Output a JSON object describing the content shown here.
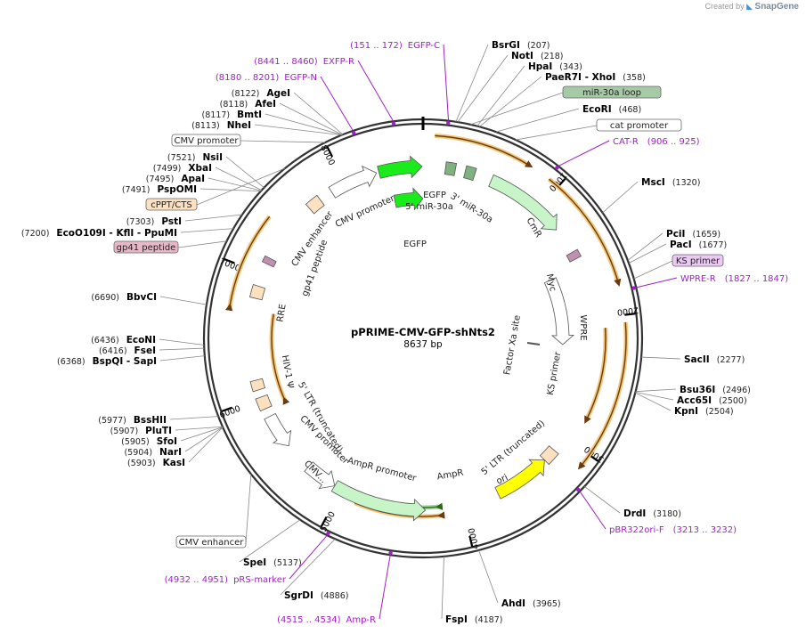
{
  "app": {
    "credit_prefix": "Created by",
    "credit_brand": "SnapGene"
  },
  "plasmid": {
    "name": "pPRIME-CMV-GFP-shNts2",
    "length_text": "8637 bp",
    "length": 8637
  },
  "ticks": [
    "1000",
    "2000",
    "3000",
    "4000",
    "5000",
    "6000",
    "7000",
    "8000"
  ],
  "sites": [
    {
      "name": "BsrGI",
      "pos": "(207)"
    },
    {
      "name": "NotI",
      "pos": "(218)"
    },
    {
      "name": "HpaI",
      "pos": "(343)"
    },
    {
      "name": "PaeR7I",
      "name2": "XhoI",
      "pos": "(358)"
    },
    {
      "name": "EcoRI",
      "pos": "(468)"
    },
    {
      "name": "MscI",
      "pos": "(1320)"
    },
    {
      "name": "PciI",
      "pos": "(1659)"
    },
    {
      "name": "PacI",
      "pos": "(1677)"
    },
    {
      "name": "SacII",
      "pos": "(2277)"
    },
    {
      "name": "Bsu36I",
      "pos": "(2496)"
    },
    {
      "name": "Acc65I",
      "pos": "(2500)"
    },
    {
      "name": "KpnI",
      "pos": "(2504)"
    },
    {
      "name": "DrdI",
      "pos": "(3180)"
    },
    {
      "name": "AhdI",
      "pos": "(3965)"
    },
    {
      "name": "FspI",
      "pos": "(4187)"
    },
    {
      "name": "SgrDI",
      "pos": "(4886)"
    },
    {
      "name": "SpeI",
      "pos": "(5137)"
    },
    {
      "name": "KasI",
      "pos": "(5903)"
    },
    {
      "name": "NarI",
      "pos": "(5904)"
    },
    {
      "name": "SfoI",
      "pos": "(5905)"
    },
    {
      "name": "PluTI",
      "pos": "(5907)"
    },
    {
      "name": "BssHII",
      "pos": "(5977)"
    },
    {
      "name": "BspQI",
      "name2": "SapI",
      "pos": "(6368)"
    },
    {
      "name": "FseI",
      "pos": "(6416)"
    },
    {
      "name": "EcoNI",
      "pos": "(6436)"
    },
    {
      "name": "BbvCI",
      "pos": "(6690)"
    },
    {
      "name": "EcoO109I",
      "name2": "KflI",
      "name3": "PpuMI",
      "pos": "(7200)"
    },
    {
      "name": "PstI",
      "pos": "(7303)"
    },
    {
      "name": "PspOMI",
      "pos": "(7491)"
    },
    {
      "name": "ApaI",
      "pos": "(7495)"
    },
    {
      "name": "XbaI",
      "pos": "(7499)"
    },
    {
      "name": "NsiI",
      "pos": "(7521)"
    },
    {
      "name": "NheI",
      "pos": "(8113)"
    },
    {
      "name": "BmtI",
      "pos": "(8117)"
    },
    {
      "name": "AfeI",
      "pos": "(8118)"
    },
    {
      "name": "AgeI",
      "pos": "(8122)"
    }
  ],
  "primers": [
    {
      "range": "(151 .. 172)",
      "name": "EGFP-C"
    },
    {
      "range": "(8441 .. 8460)",
      "name": "EXFP-R"
    },
    {
      "range": "(8180 .. 8201)",
      "name": "EGFP-N"
    },
    {
      "range": "(906 .. 925)",
      "name": "CAT-R"
    },
    {
      "range": "(1827 .. 1847)",
      "name": "WPRE-R"
    },
    {
      "name": "pBR322ori-F",
      "range": "(3213 .. 3232)"
    },
    {
      "range": "(4932 .. 4951)",
      "name": "pRS-marker"
    },
    {
      "range": "(4515 .. 4534)",
      "name": "Amp-R"
    }
  ],
  "boxed_labels": [
    "miR-30a loop",
    "cat promoter",
    "KS primer",
    "CMV promoter",
    "cPPT/CTS",
    "gp41 peptide",
    "CMV enhancer"
  ],
  "features": [
    "EGFP",
    "5' miR-30a",
    "3' miR-30a",
    "EGFP",
    "CmR",
    "Myc",
    "WPRE",
    "KS primer",
    "Factor Xa site",
    "ori",
    "5' LTR (truncated)",
    "AmpR",
    "AmpR promoter",
    "CMV promoter",
    "CMV...",
    "5' LTR (truncated)",
    "HIV-1 Ψ",
    "RRE",
    "gp41 peptide",
    "CMV enhancer",
    "CMV promoter"
  ],
  "colors": {
    "backbone": "#333333",
    "egfp": "#1aeb1a",
    "cmr": "#c8f5c8",
    "ampr": "#c8f5c8",
    "ori": "#ffff00",
    "ltr": "#fde0c0",
    "mir": "#7fb27f",
    "primer": "#a020c8",
    "orf_arc": "#e09a30",
    "label_box_green": "#a6c9a6",
    "label_box_pink": "#e8b8c8",
    "label_box_orange": "#fde0c0",
    "label_box_purple": "#ecc8f4"
  }
}
